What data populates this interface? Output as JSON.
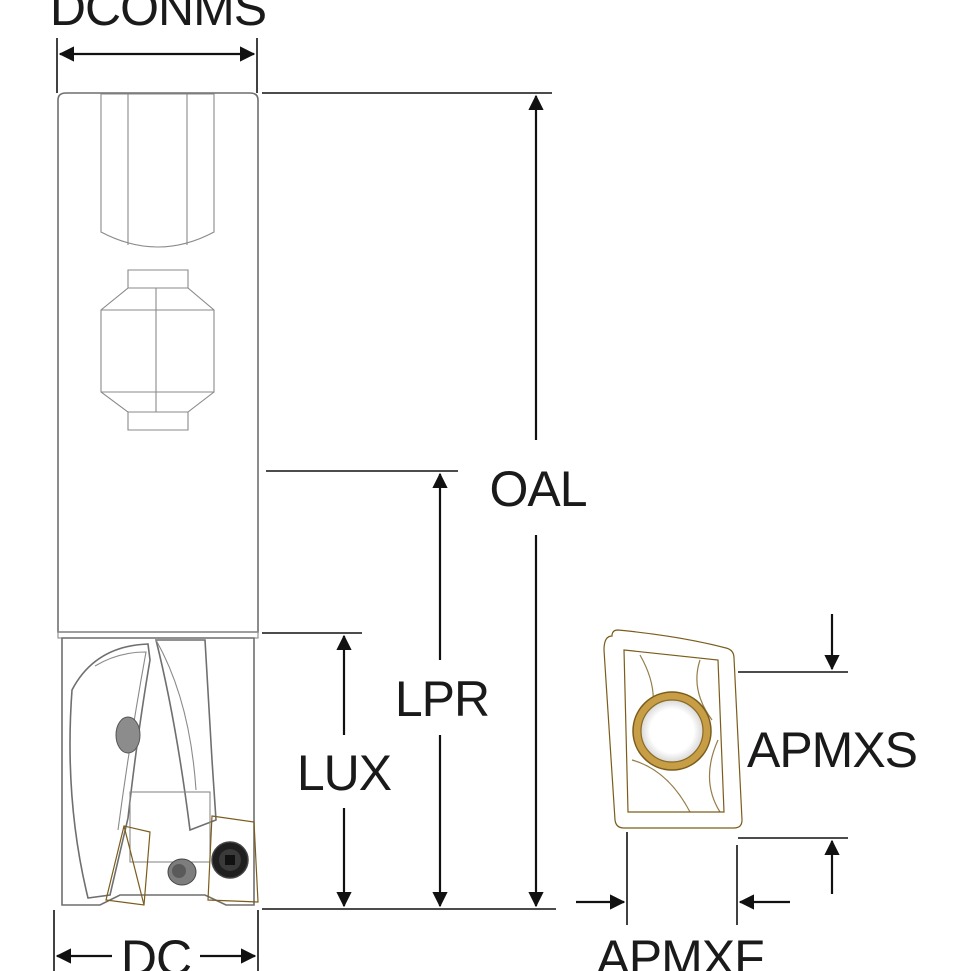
{
  "dimensions": {
    "dconms": "DCONMS",
    "oal": "OAL",
    "lpr": "LPR",
    "lux": "LUX",
    "dc": "DC",
    "apmxs": "APMXS",
    "apmxf": "APMXF"
  },
  "colors": {
    "body_light": "#ececec",
    "body_mid": "#c9c9c9",
    "body_dark": "#9c9c9c",
    "insert_gold": "#d8b765",
    "insert_gold_dark": "#a6802c",
    "line": "#111111"
  }
}
